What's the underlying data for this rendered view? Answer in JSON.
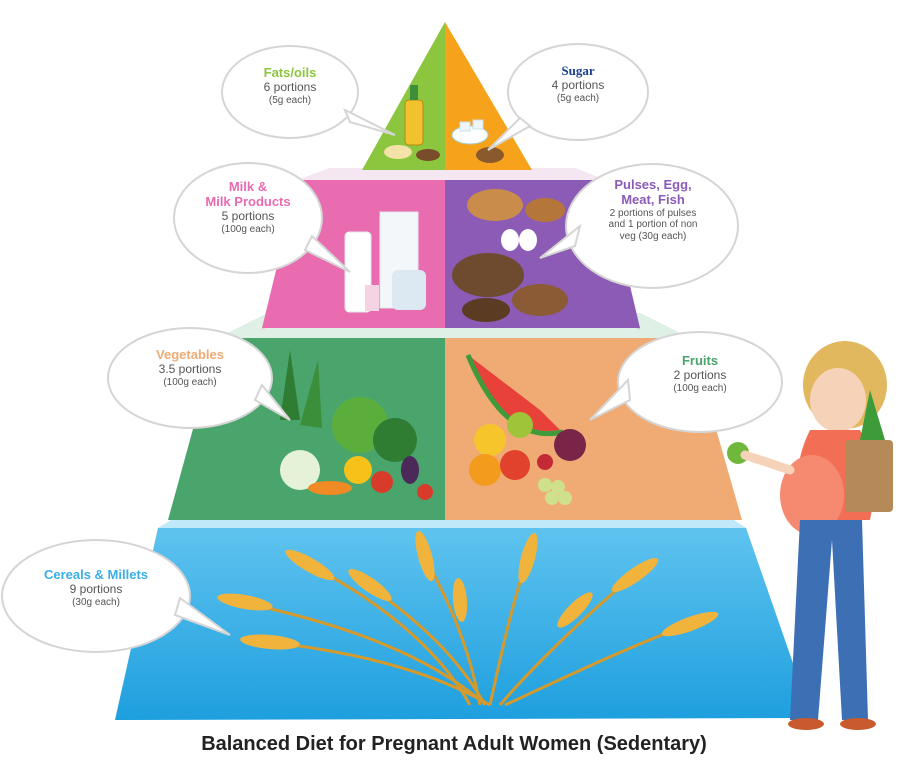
{
  "caption": "Balanced Diet for Pregnant Adult Women (Sedentary)",
  "colors": {
    "fats": "#8cc63f",
    "sugar": "#f7a21b",
    "milk": "#e96bb0",
    "pulses": "#8b5bb5",
    "vegetables": "#4aa56c",
    "fruits": "#f0ab74",
    "cereals": "#3aaee6"
  },
  "groups": {
    "fats": {
      "title": "Fats/oils",
      "line1": "6 portions",
      "line2": "(5g each)"
    },
    "sugar": {
      "title": "Sugar",
      "line1": "4 portions",
      "line2": "(5g each)"
    },
    "milk": {
      "title1": "Milk &",
      "title2": "Milk Products",
      "line1": "5 portions",
      "line2": "(100g each)"
    },
    "pulses": {
      "title1": "Pulses, Egg,",
      "title2": "Meat, Fish",
      "line1": "2 portions of pulses",
      "line2": "and 1 portion  of non",
      "line3": "veg (30g each)"
    },
    "vegetables": {
      "title": "Vegetables",
      "line1": "3.5 portions",
      "line2": "(100g each)"
    },
    "fruits": {
      "title": "Fruits",
      "line1": "2 portions",
      "line2": "(100g each)"
    },
    "cereals": {
      "title": "Cereals & Millets",
      "line1": "9 portions",
      "line2": "(30g each)"
    }
  }
}
